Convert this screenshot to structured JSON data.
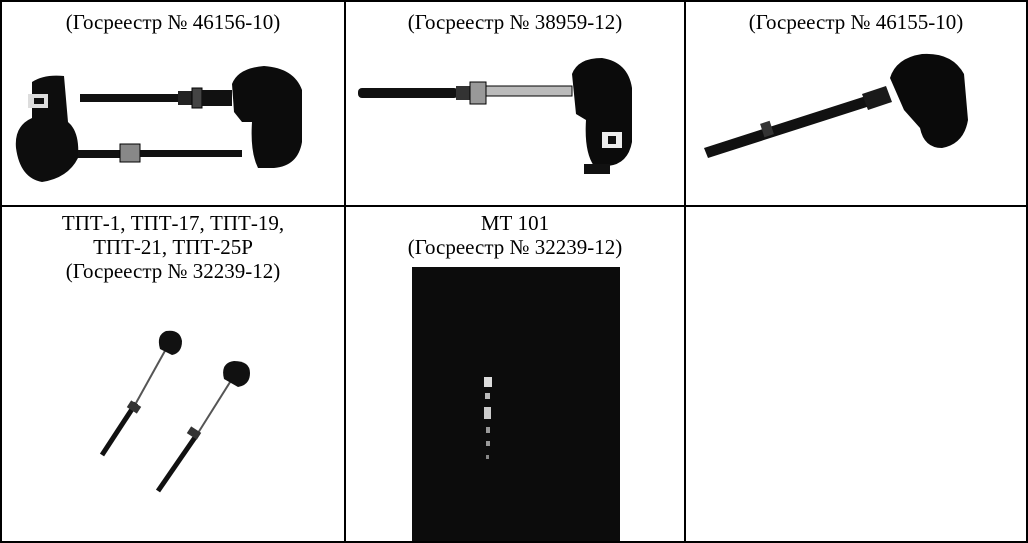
{
  "cells": [
    {
      "caption": [
        "(Госреестр № 46156-10)"
      ]
    },
    {
      "caption": [
        "(Госреестр № 38959-12)"
      ]
    },
    {
      "caption": [
        "(Госреестр № 46155-10)"
      ]
    },
    {
      "caption": [
        "ТПТ-1, ТПТ-17, ТПТ-19,",
        "ТПТ-21, ТПТ-25Р",
        "(Госреестр № 32239-12)"
      ]
    },
    {
      "caption": [
        "МТ 101",
        "(Госреестр № 32239-12)"
      ]
    },
    {
      "caption": []
    }
  ],
  "images": [
    {
      "icon": "thermocouple-pair-photo"
    },
    {
      "icon": "thermocouple-angled-head-photo"
    },
    {
      "icon": "thermocouple-diagonal-photo"
    },
    {
      "icon": "thermocouple-small-pair-photo"
    },
    {
      "icon": "thermometer-dark-panel-photo"
    }
  ]
}
